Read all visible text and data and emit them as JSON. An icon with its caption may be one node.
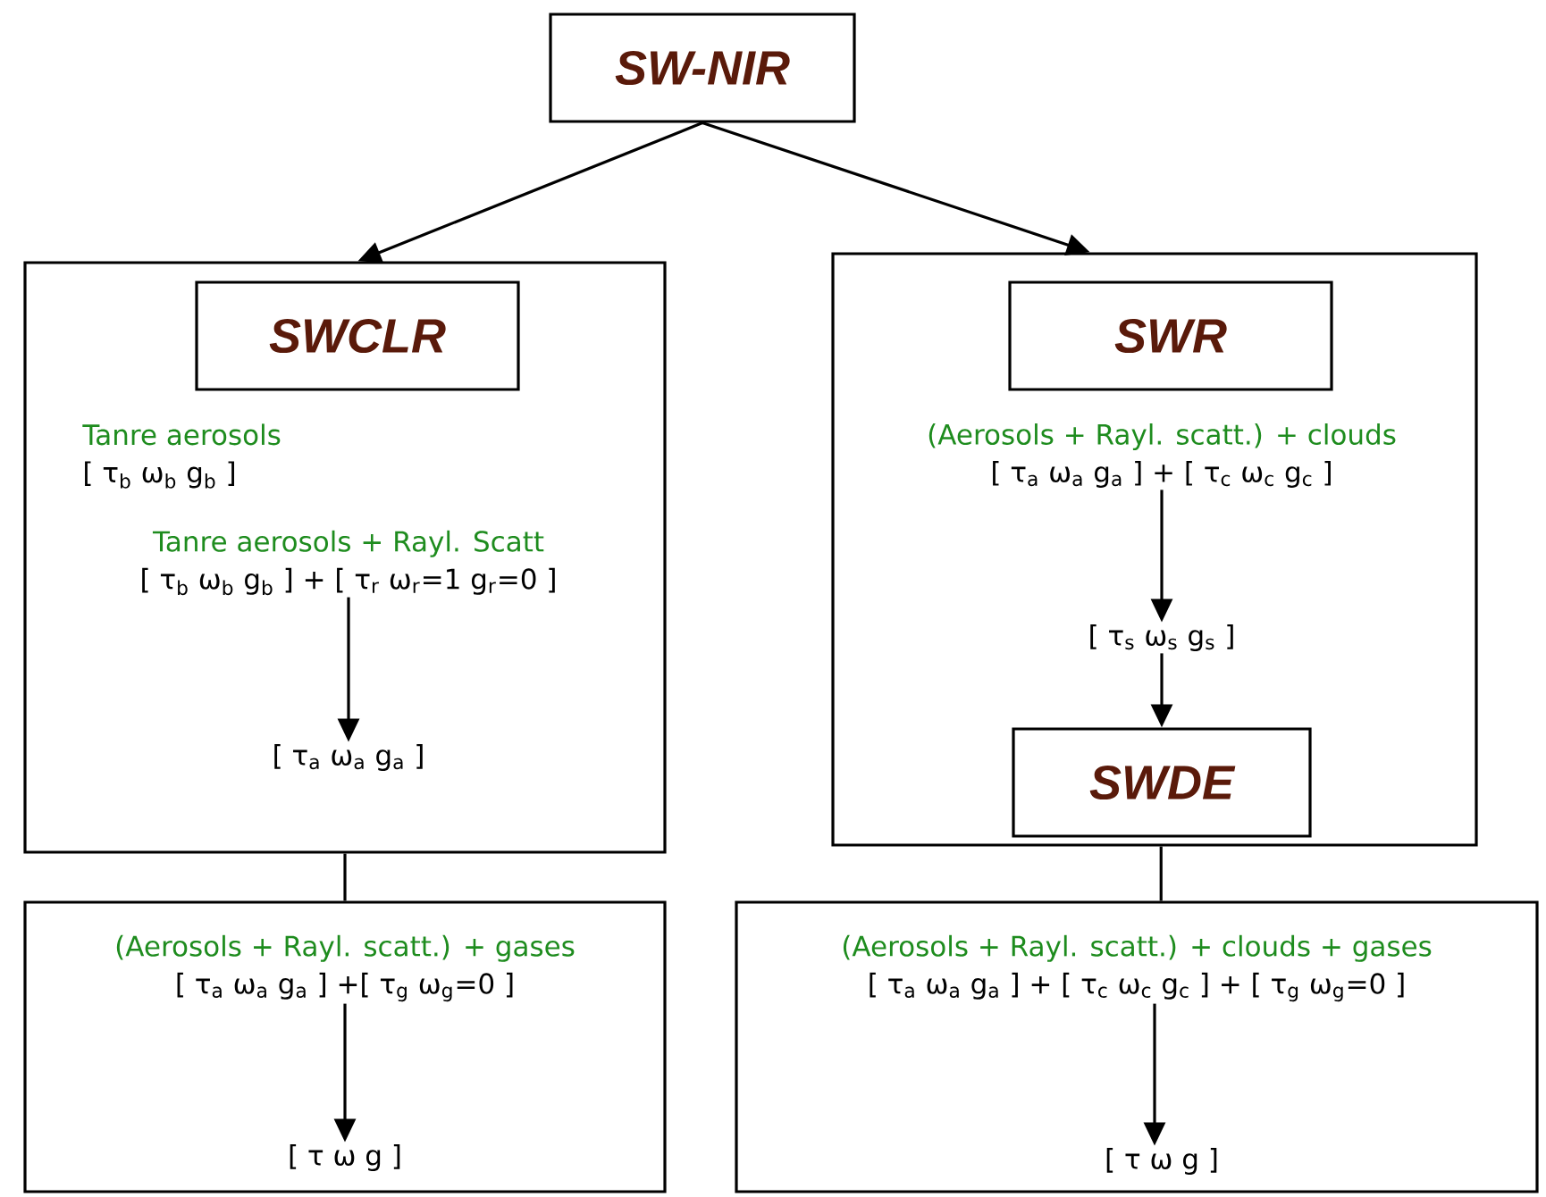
{
  "diagram": {
    "nodes": [
      {
        "text": [
          "SW-NIR"
        ]
      },
      {
        "text": [],
        "shape": "box"
      },
      {
        "text": [
          "SWCLR"
        ],
        "in": 1
      },
      {
        "text": [
          "Tanre aerosols",
          "[ τ$_{b}$  ω$_{b}$  g$_{b}$ ]"
        ],
        "in": 1
      },
      {
        "text": [
          "Tanre aerosols + Rayl. Scatt",
          "[ τ$_{b}$  ω$_{b}$  g$_{b}$ ] + [ τ$_{r}$  ω$_{r}$=1  g$_{r}$=0 ]"
        ],
        "in": 1
      },
      {
        "text": [
          "[ τ$_{a}$  ω$_{a}$  g$_{a}$ ]"
        ],
        "in": 1
      },
      {
        "text": [],
        "shape": "box"
      },
      {
        "text": [
          "SWR"
        ],
        "in": 6
      },
      {
        "text": [
          "(Aerosols + Rayl. scatt.) + clouds",
          "[ τ$_{a}$  ω$_{a}$  g$_{a}$ ] + [ τ$_{c}$  ω$_{c}$  g$_{c}$ ]"
        ],
        "in": 6
      },
      {
        "text": [
          "[ τ$_{s}$  ω$_{s}$  g$_{s}$ ]"
        ],
        "in": 6
      },
      {
        "text": [
          "SWDE"
        ],
        "in": 6
      },
      {
        "text": [],
        "shape": "box"
      },
      {
        "text": [
          "(Aerosols + Rayl. scatt.) + gases",
          "[ τ$_{a}$  ω$_{a}$  g$_{a}$ ] +[ τ$_{g}$  ω$_{g}$=0 ]"
        ],
        "in": 11
      },
      {
        "text": [
          "[ τ  ω  g ]"
        ],
        "in": 11
      },
      {
        "text": [],
        "shape": "box"
      },
      {
        "text": [
          "(Aerosols + Rayl. scatt.) + clouds + gases",
          "[ τ$_{a}$  ω$_{a}$  g$_{a}$ ] + [ τ$_{c}$  ω$_{c}$  g$_{c}$ ] + [ τ$_{g}$  ω$_{g}$=0 ]"
        ],
        "in": 14
      },
      {
        "text": [
          "[ τ  ω  g ]"
        ],
        "in": 14
      }
    ],
    "edges": [
      {
        "from": 0,
        "to": 1,
        "arrow": "to"
      },
      {
        "from": 0,
        "to": 6,
        "arrow": "to"
      },
      {
        "from": 4,
        "to": 5,
        "arrow": "to"
      },
      {
        "from": 8,
        "to": 9,
        "arrow": "to"
      },
      {
        "from": 9,
        "to": 10,
        "arrow": "to"
      },
      {
        "from": 1,
        "to": 11,
        "arrow": "none"
      },
      {
        "from": 6,
        "to": 14,
        "arrow": "none"
      },
      {
        "from": 12,
        "to": 13,
        "arrow": "to"
      },
      {
        "from": 15,
        "to": 16,
        "arrow": "to"
      }
    ]
  }
}
